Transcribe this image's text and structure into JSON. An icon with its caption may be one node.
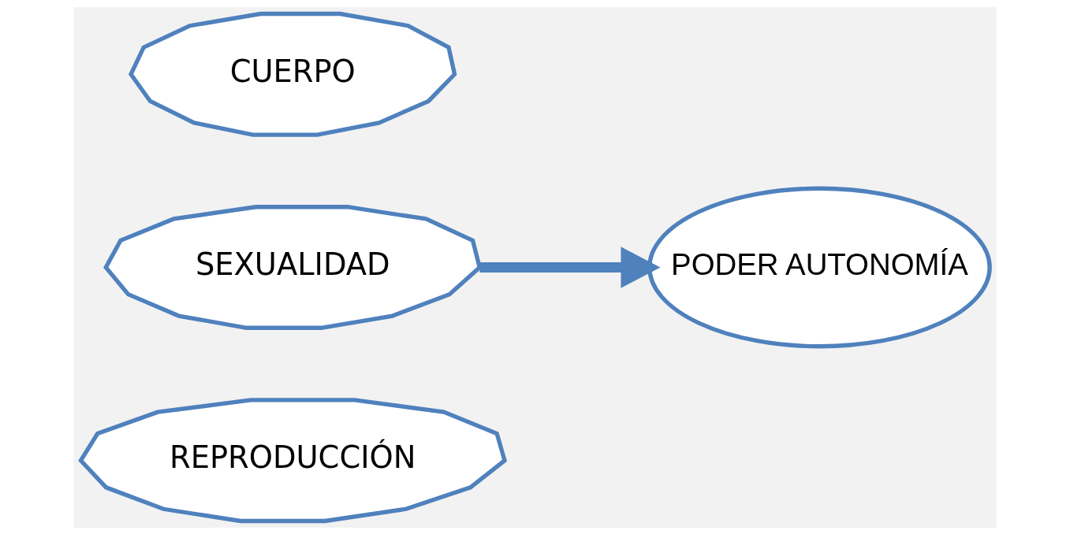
{
  "diagram": {
    "nodes": [
      {
        "text": [
          "CUERPO"
        ]
      },
      {
        "text": [
          "SEXUALIDAD"
        ]
      },
      {
        "text": [
          "REPRODUCCIÓN"
        ]
      },
      {
        "text": [
          "PODER AUTONOMÍA"
        ]
      }
    ],
    "edges": [
      {
        "from": 1,
        "to": 3,
        "arrow": "to"
      }
    ]
  }
}
